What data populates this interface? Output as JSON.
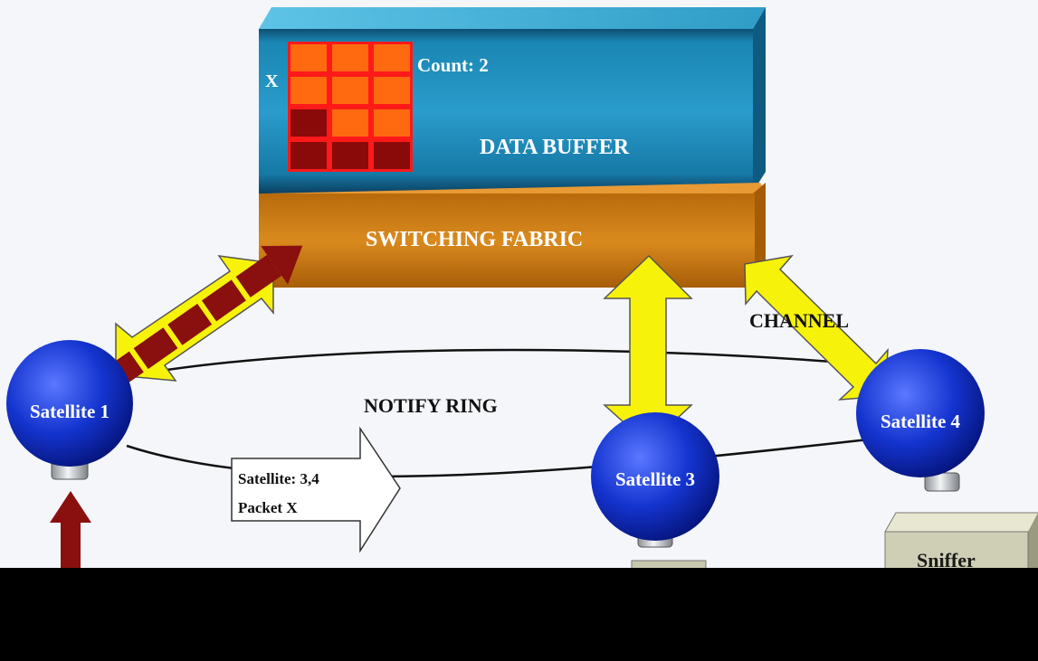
{
  "data_buffer": {
    "label": "DATA BUFFER",
    "count_label": "Count: 2",
    "packet_marker": "X",
    "grid": {
      "rows": 4,
      "cols": 3,
      "cell_states": [
        [
          "free",
          "free",
          "free"
        ],
        [
          "free",
          "free",
          "free"
        ],
        [
          "used",
          "free",
          "free"
        ],
        [
          "used",
          "used",
          "used"
        ]
      ],
      "colors": {
        "free": "#ff6a10",
        "used": "#8a0a0a",
        "border": "#ff1a1a"
      }
    },
    "color": "#1a7fa8"
  },
  "switching_fabric": {
    "label": "SWITCHING FABRIC",
    "color": "#c97a14"
  },
  "notify_ring": {
    "label": "NOTIFY RING"
  },
  "channel": {
    "label": "CHANNEL"
  },
  "notification": {
    "line1": "Satellite: 3,4",
    "line2": "Packet X"
  },
  "satellites": [
    {
      "id": "sat1",
      "label": "Satellite 1"
    },
    {
      "id": "sat3",
      "label": "Satellite 3"
    },
    {
      "id": "sat4",
      "label": "Satellite 4"
    }
  ],
  "sniffer": {
    "label": "Sniffer"
  },
  "colors": {
    "arrow_yellow": "#f7f20a",
    "packet_red": "#8a0f0f",
    "sphere_blue": "#1030c8"
  }
}
